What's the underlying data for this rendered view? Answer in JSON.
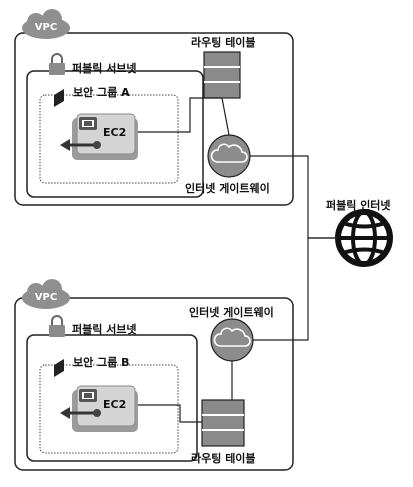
{
  "vpc_a": {
    "badge": "VPC",
    "public_subnet": "퍼블릭 서브넷",
    "security_group": "보안 그룹 A",
    "instance": "EC2",
    "route_table": "라우팅 테이블",
    "internet_gateway": "인터넷 게이트웨이"
  },
  "internet": {
    "label": "퍼블릭 인터넷"
  },
  "vpc_b": {
    "badge": "VPC",
    "public_subnet": "퍼블릭 서브넷",
    "security_group": "보안 그룹 B",
    "instance": "EC2",
    "route_table": "라우팅 테이블",
    "internet_gateway": "인터넷 게이트웨이"
  },
  "colors": {
    "cloud_badge": "#8f8f8f",
    "gateway_fill": "#8c8c8c",
    "ec2_fill": "#cfcfcf",
    "route_table_fill": "#8a8a8a",
    "line": "#222222"
  }
}
